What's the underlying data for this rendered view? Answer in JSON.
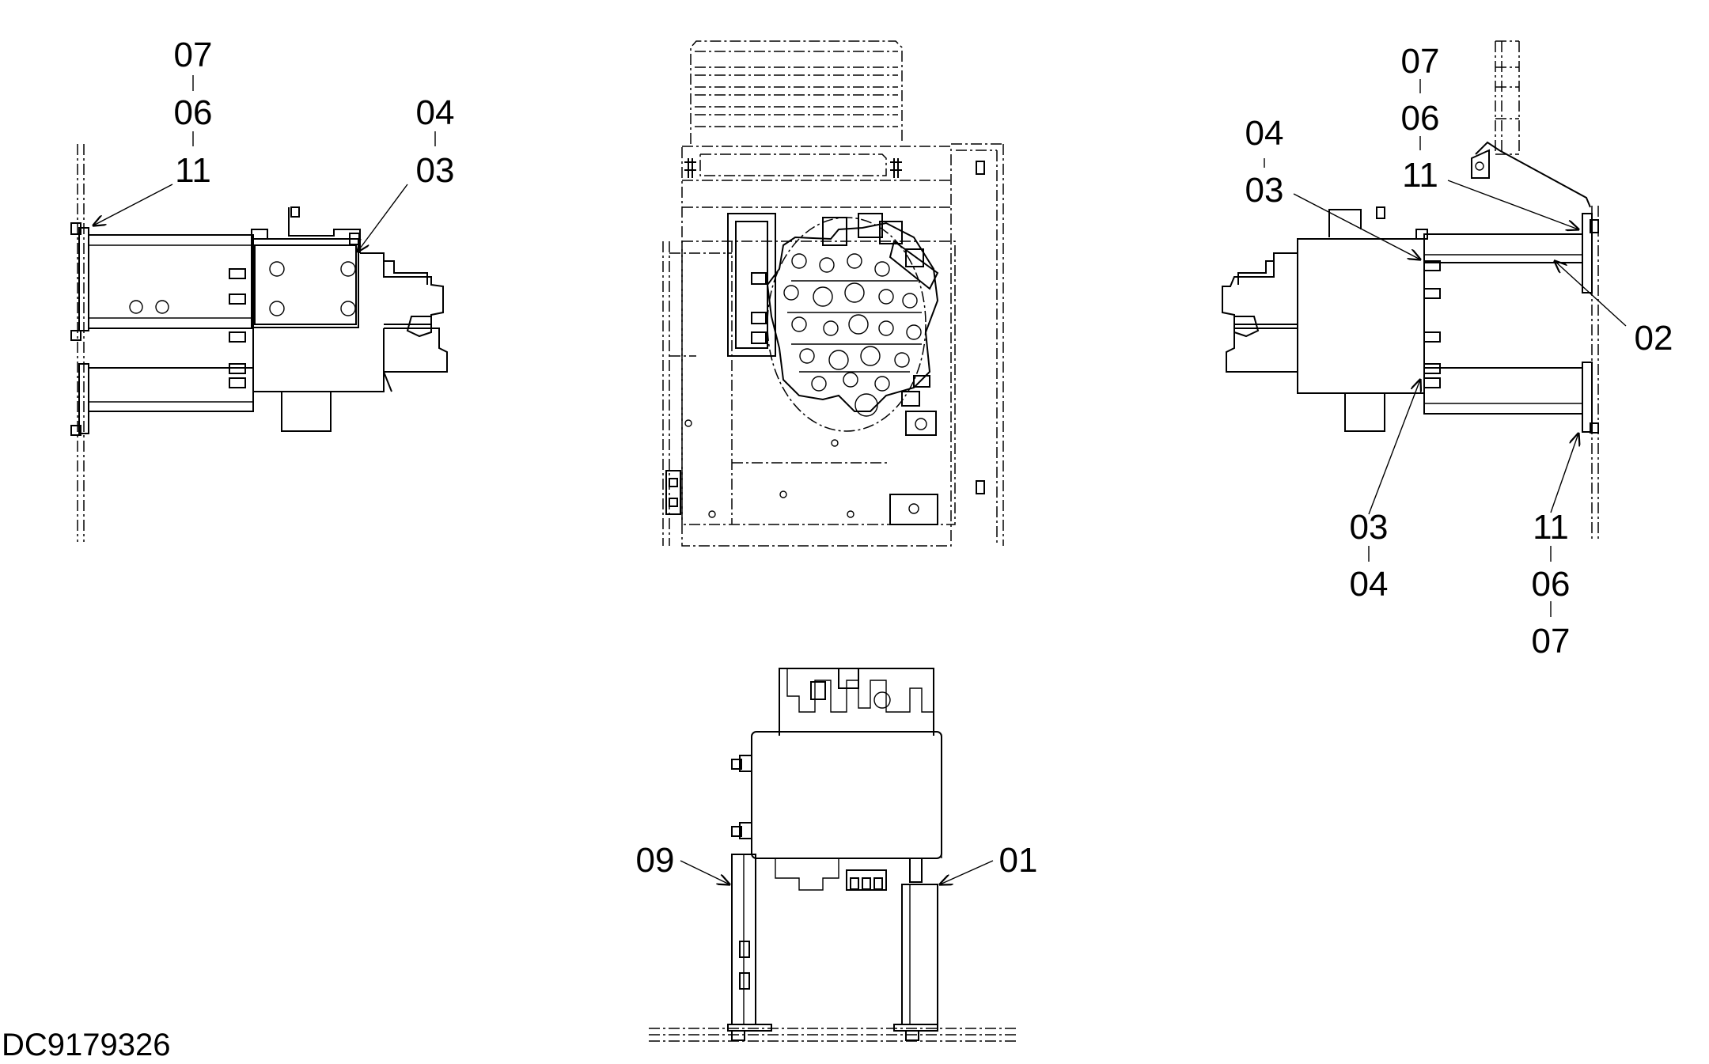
{
  "drawing_id": "DC9179326",
  "callouts": {
    "left_view": {
      "stack_a": [
        "07",
        "06",
        "11"
      ],
      "stack_b": [
        "04",
        "03"
      ]
    },
    "right_view": {
      "stack_a": [
        "04",
        "03"
      ],
      "stack_b": [
        "07",
        "06",
        "11"
      ],
      "side": "02",
      "stack_c": [
        "03",
        "04"
      ],
      "stack_d": [
        "11",
        "06",
        "07"
      ]
    },
    "bottom_view": {
      "left": "09",
      "right": "01"
    }
  }
}
